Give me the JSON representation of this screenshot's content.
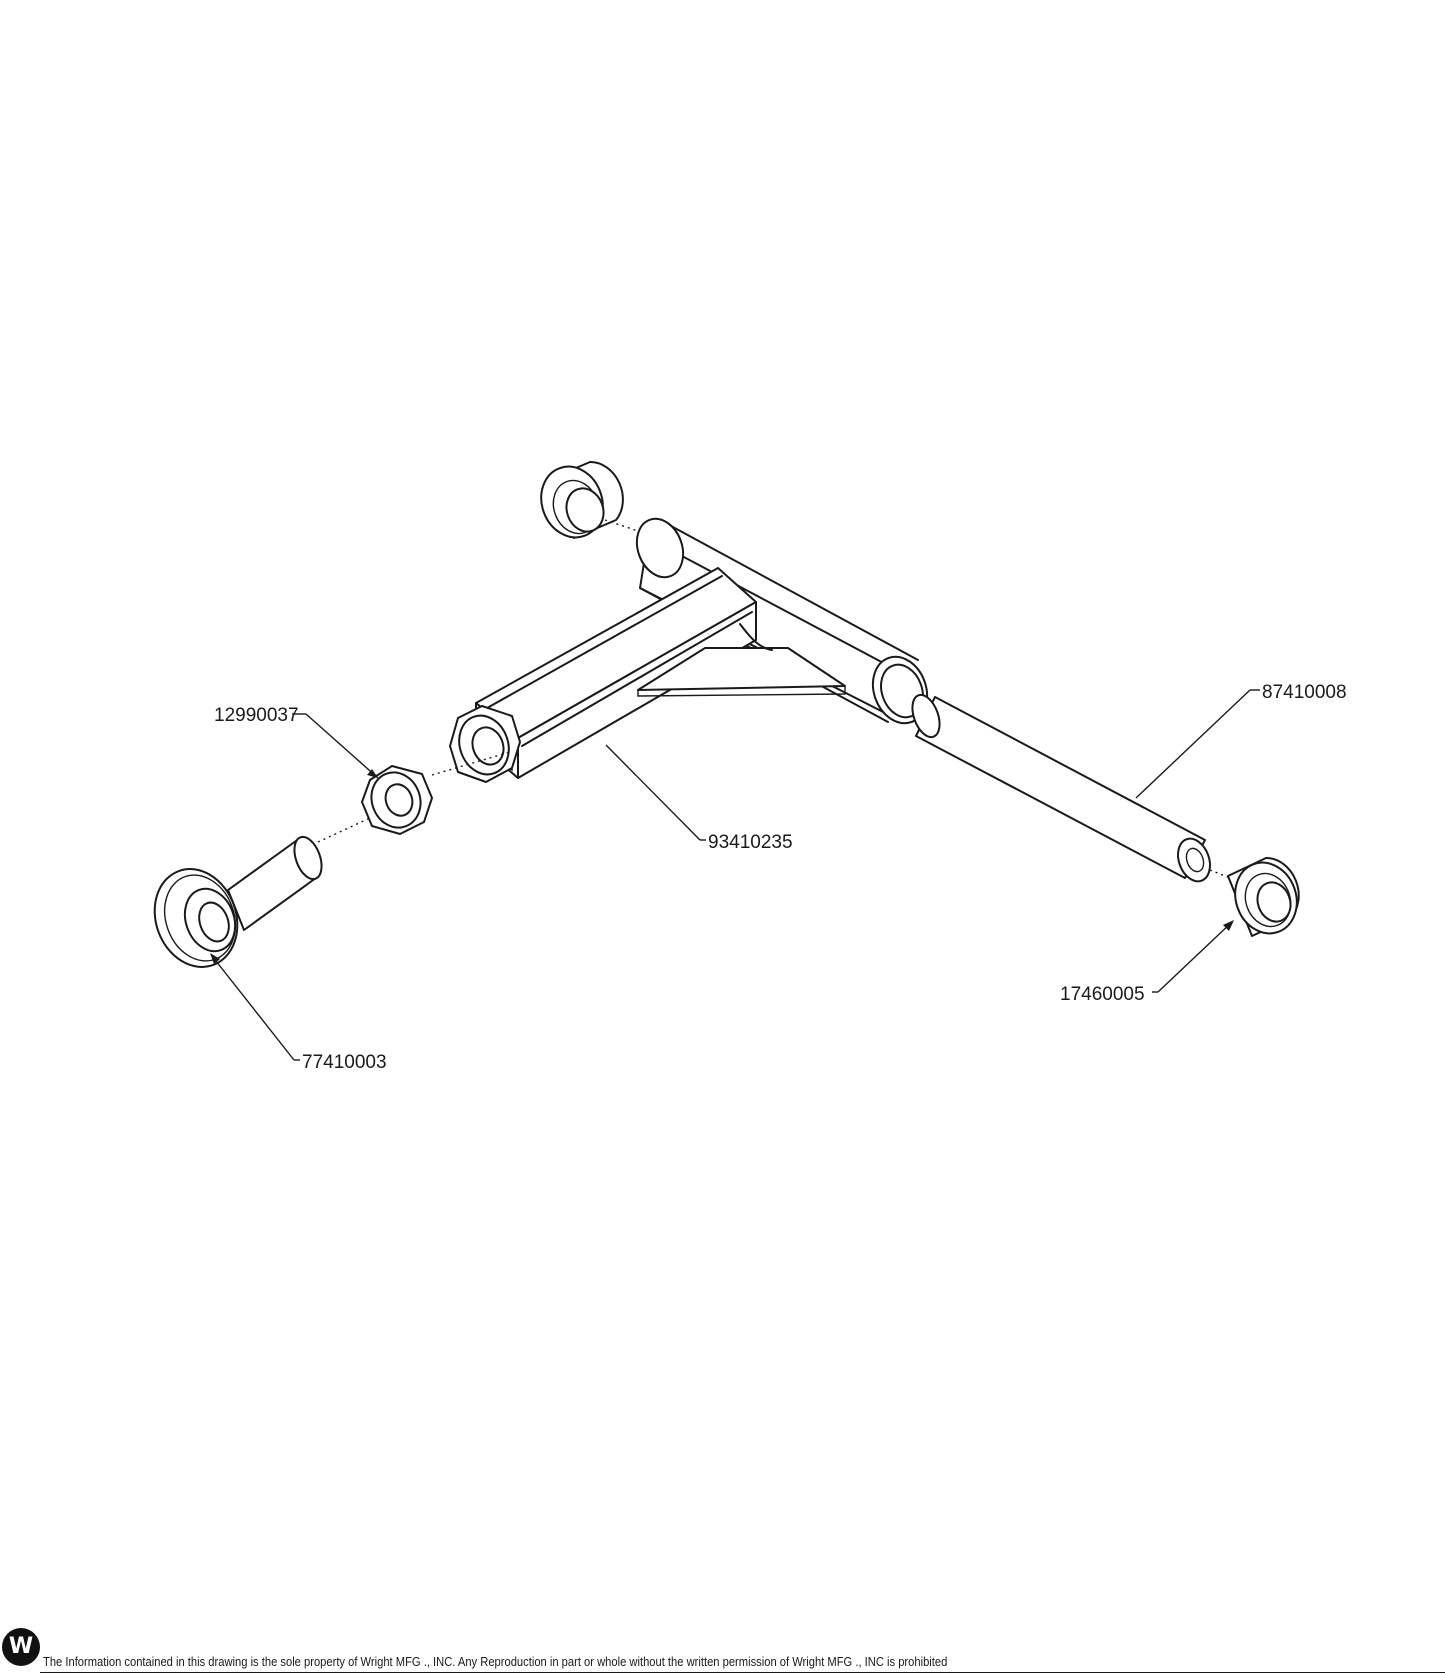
{
  "diagram": {
    "parts": [
      {
        "id": "lower-bushing",
        "label": "17460005"
      },
      {
        "id": "pivot-shaft",
        "label": "87410008"
      },
      {
        "id": "a-arm",
        "label": "93410235"
      },
      {
        "id": "jam-nut",
        "label": "12990037"
      },
      {
        "id": "rod-end",
        "label": "77410003"
      }
    ]
  },
  "footer": {
    "logo_letter": "W",
    "notice": "The Information contained in this drawing is the sole property of Wright MFG ., INC. Any Reproduction in part or whole without the written permission of Wright MFG ., INC is prohibited"
  }
}
